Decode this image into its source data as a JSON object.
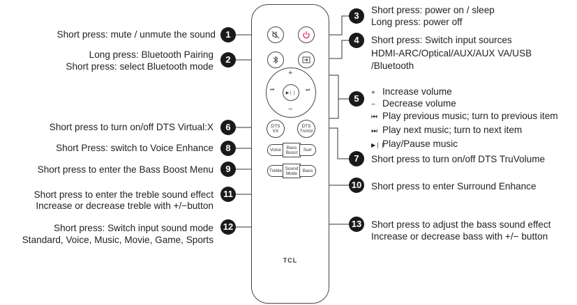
{
  "labels": {
    "l1": "Short press: mute / unmute the sound",
    "l2a": "Long press: Bluetooth Pairing",
    "l2b": "Short press: select Bluetooth mode",
    "l6": "Short press to turn on/off DTS Virtual:X",
    "l8": "Short Press: switch to Voice Enhance",
    "l9": "Short press to enter the Bass Boost Menu",
    "l11a": "Short press to enter the treble sound effect",
    "l11b": "Increase or decrease treble with +/−button",
    "l12a": "Short press: Switch input sound mode",
    "l12b": "Standard, Voice, Music, Movie, Game, Sports",
    "l3a": "Short press: power on / sleep",
    "l3b": "Long press: power off",
    "l4a": "Short press: Switch input sources",
    "l4b": "HDMI-ARC/Optical/AUX/AUX VA/USB",
    "l4c": "/Bluetooth",
    "l5a": "Increase volume",
    "l5b": "Decrease volume",
    "l5c": "Play previous music; turn to previous item",
    "l5d": "Play next music; turn to next item",
    "l5e": "Play/Pause music",
    "l7": "Short press to turn on/off DTS TruVolume",
    "l10": "Short press to enter Surround Enhance",
    "l13a": "Short press to adjust the bass sound effect",
    "l13b": "Increase or decrease bass with +/− button"
  },
  "symbols": {
    "plus": "+",
    "minus": "−",
    "prev": "⏮",
    "next": "⏭",
    "playpause": "▶❘❘"
  },
  "badges": [
    "1",
    "2",
    "3",
    "4",
    "5",
    "6",
    "7",
    "8",
    "9",
    "10",
    "11",
    "12",
    "13"
  ],
  "remote": {
    "brand": "TCL",
    "dts_vx": "DTS\nVX",
    "dts_truvol": "DTS\nTruVol",
    "voice": "Voice",
    "bass_boost": "Bass\nBoost",
    "surr": "Surr",
    "treble": "Treble",
    "sound_mode": "Sound\nMode",
    "bass": "Bass",
    "plus": "+",
    "minus": "−",
    "power_color": "#e0245e"
  }
}
